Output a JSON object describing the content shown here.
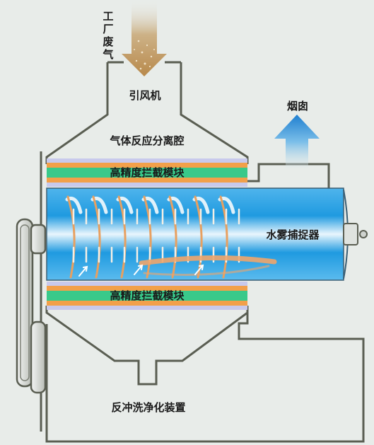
{
  "labels": {
    "waste_gas": "工厂废气",
    "fan": "引风机",
    "separation_chamber": "气体反应分离腔",
    "interception_module_top": "高精度拦截模块",
    "interception_module_bottom": "高精度拦截模块",
    "water_mist_catcher": "水雾捕捉器",
    "chimney": "烟囱",
    "backwash_device": "反冲洗净化装置"
  },
  "colors": {
    "background": "#e8ece9",
    "outline": "#5a5e52",
    "drum_blue": "#2aa6e6",
    "module_orange": "#f2a04a",
    "module_green": "#39c98a",
    "module_lavender": "#c8c9ec",
    "spiral": "#e8a060",
    "inlet_arrow": "#c9a36a",
    "outlet_arrow": "#2f8fd8"
  }
}
